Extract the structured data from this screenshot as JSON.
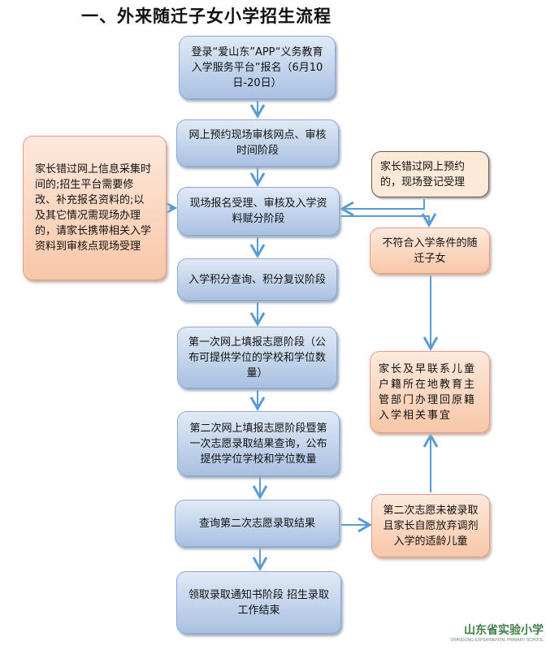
{
  "title": "一、外来随迁子女小学招生流程",
  "main_steps": [
    "登录“爱山东”APP“义务教育入学服务平台”报名（6月10日-20日）",
    "网上预约现场审核网点、审核时间阶段",
    "现场报名受理、审核及入学资料赋分阶段",
    "入学积分查询、积分复议阶段",
    "第一次网上填报志愿阶段（公布可提供学位的学校和学位数量）",
    "第二次网上填报志愿阶段暨第一次志愿录取结果查询，公布提供学位学校和学位数量",
    "查询第二次志愿录取结果",
    "领取录取通知书阶段 招生录取工作结束"
  ],
  "side_left": "家长错过网上信息采集时间的;招生平台需要修改、补充报名资料的;以及其它情况需现场办理的，请家长携带相关入学资料到审核点现场受理",
  "side_right": [
    "家长错过网上预约的，现场登记受理",
    "不符合入学条件的随迁子女",
    "家长及早联系儿童户籍所在地教育主管部门办理回原籍入学相关事宜",
    "第二次志愿未被录取且家长自愿放弃调剂入学的适龄儿童"
  ],
  "logo": {
    "cn": "山东省实验小学",
    "en": "SHANDONG EXPERIMENTAL PRIMARY SCHOOL"
  },
  "colors": {
    "main_box": "#b8cce8",
    "side_box": "#f9d3bb",
    "arrow": "#5b9bd5"
  }
}
